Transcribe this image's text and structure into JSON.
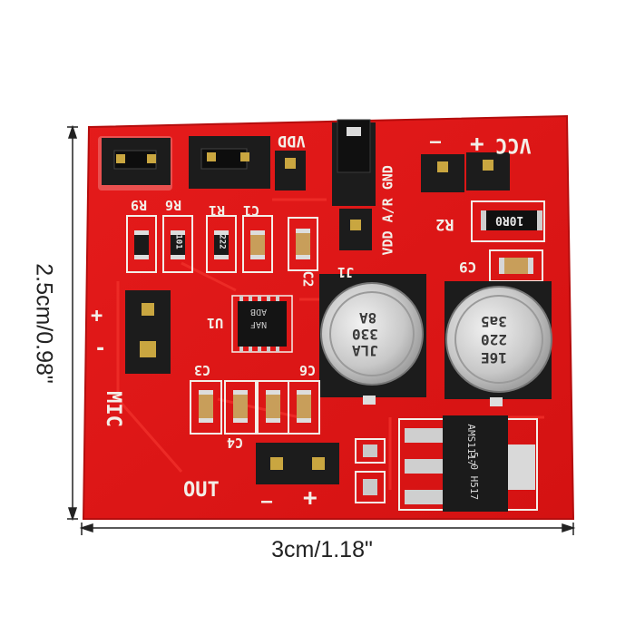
{
  "dimensions": {
    "height_label": "2.5cm/0.98\"",
    "width_label": "3cm/1.18\""
  },
  "board": {
    "color": "#e11a1a",
    "silk_color": "#f3efe8",
    "labels": {
      "vcc": "VCC",
      "minus_top": "—",
      "plus_top": "+",
      "vdd": "VDD",
      "vdd_ar_gnd": "VDD A/R GND",
      "r2": "R2",
      "c9": "C9",
      "r9": "R9",
      "r6": "R6",
      "r1": "R1",
      "c1": "C1",
      "c2": "C2",
      "j1": "J1",
      "u1": "U1",
      "c3": "C3",
      "c4": "C4",
      "c6": "C6",
      "mic": "MIC",
      "mic_plus": "+",
      "mic_minus": "-",
      "out": "OUT",
      "out_minus": "—",
      "out_plus": "+"
    },
    "components": {
      "resistor_r2": "10R0",
      "resistor_222": "222",
      "resistor_101": "101",
      "chip_line1": "ADB",
      "chip_line2": "NAF",
      "cap_left": [
        "8A",
        "330",
        "JLA"
      ],
      "cap_right": [
        "3a5",
        "220",
        "16E"
      ],
      "regulator": [
        "AMS1117",
        "5.0 H517"
      ]
    }
  }
}
